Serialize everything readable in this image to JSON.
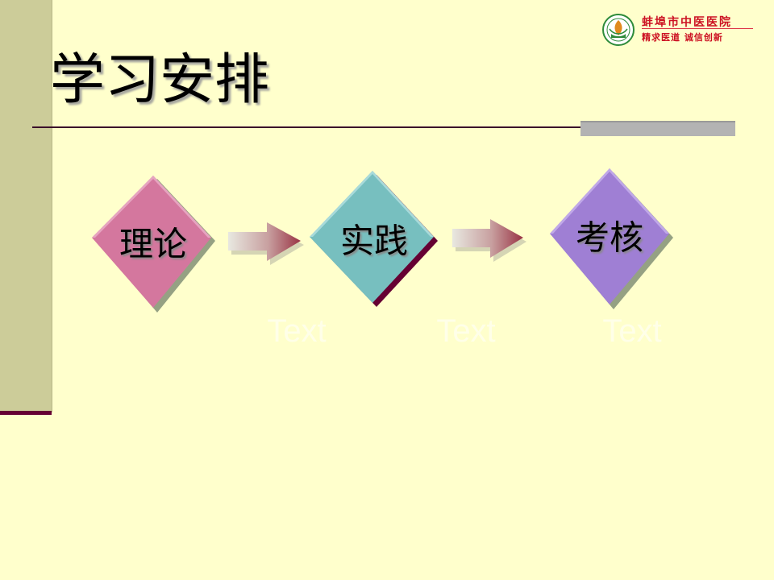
{
  "slide": {
    "title": "学习安排",
    "colors": {
      "background": "#FFFFCC",
      "left_bar": "#CCCC99",
      "rule": "#3A0A2A",
      "accent_rule": "#B3B3B3"
    }
  },
  "logo": {
    "name": "蚌埠市中医医院",
    "motto": "精求医道  诚信创新",
    "icon": "hospital-emblem-icon",
    "color": "#CC1122"
  },
  "flow": {
    "steps": [
      {
        "label": "理论",
        "color": "#D4779E",
        "caption": "Text"
      },
      {
        "label": "实践",
        "color": "#77BFBF",
        "caption": "Text"
      },
      {
        "label": "考核",
        "color": "#9F7FD4",
        "caption": "Text"
      }
    ],
    "arrow_icon": "arrow-right-icon"
  }
}
